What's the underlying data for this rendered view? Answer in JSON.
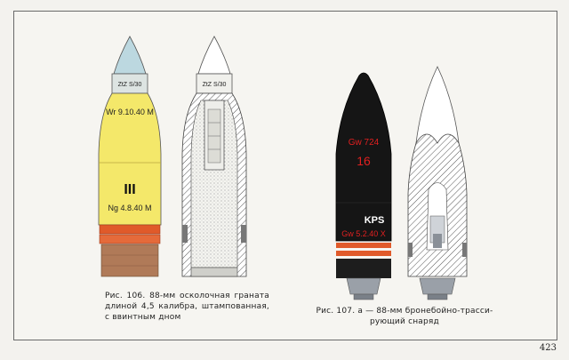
{
  "shells": {
    "fragmentation": {
      "fuze_label": "ZtZ S/30",
      "weight_mark": "Wr 9.10.40 M",
      "roman_mark": "III",
      "filling_mark": "Ng 4.8.40 M",
      "colors": {
        "body": "#f4e86a",
        "tip": "#bcd8e0",
        "band": "#e05a2a",
        "base": "#b07a58"
      }
    },
    "fragmentation_section": {
      "fuze_label": "ZtZ S/30"
    },
    "ap_tracer": {
      "mark_top": "Gw 724",
      "mark_num": "16",
      "mark_kps": "KPS",
      "mark_bottom": "Gw 5.2.40 X",
      "colors": {
        "body": "#151515",
        "text_red": "#e02020",
        "band": "#e05a2a",
        "base": "#9aa0a8"
      }
    }
  },
  "captions": {
    "fig106": "Рис. 106. 88-мм осколочная граната длиной 4,5 калибра, штампованная, с ввинтным дном",
    "fig107_line1": "Рис. 107. а — 88-мм бронебойно-трасси-",
    "fig107_line2": "рующий снаряд"
  },
  "page_number": "423"
}
